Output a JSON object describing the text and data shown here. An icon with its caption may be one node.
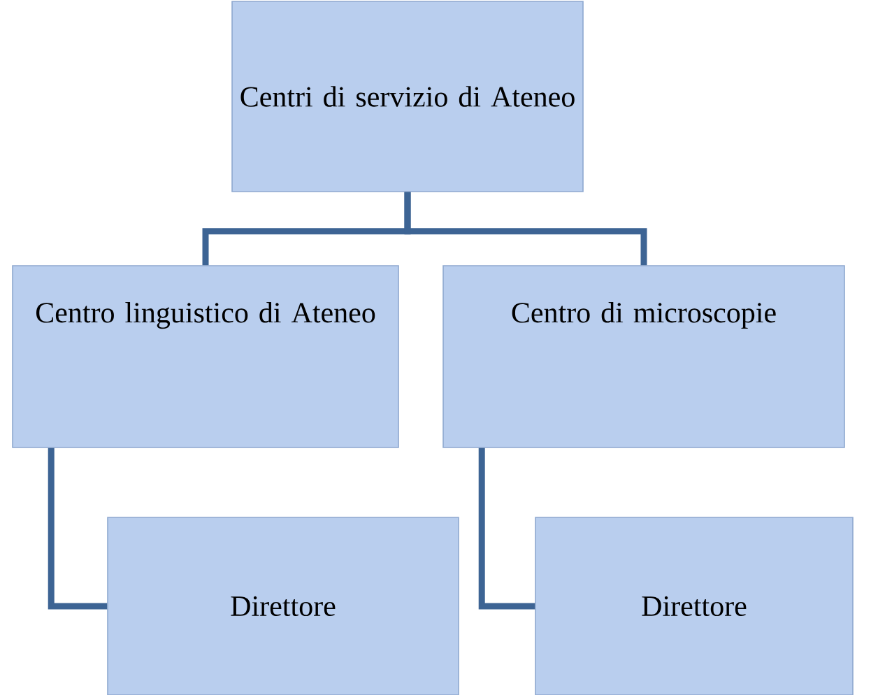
{
  "diagram": {
    "nodes": [
      {
        "text": [
          "Centri di servizio di Ateneo"
        ]
      },
      {
        "text": [
          "Centro linguistico di Ateneo"
        ]
      },
      {
        "text": [
          "Centro di microscopie"
        ]
      },
      {
        "text": [
          "Direttore"
        ]
      },
      {
        "text": [
          "Direttore"
        ]
      }
    ],
    "edges": [
      {
        "from": 0,
        "to": 1,
        "arrow": "none"
      },
      {
        "from": 0,
        "to": 2,
        "arrow": "none"
      },
      {
        "from": 1,
        "to": 3,
        "arrow": "none"
      },
      {
        "from": 2,
        "to": 4,
        "arrow": "none"
      }
    ]
  }
}
